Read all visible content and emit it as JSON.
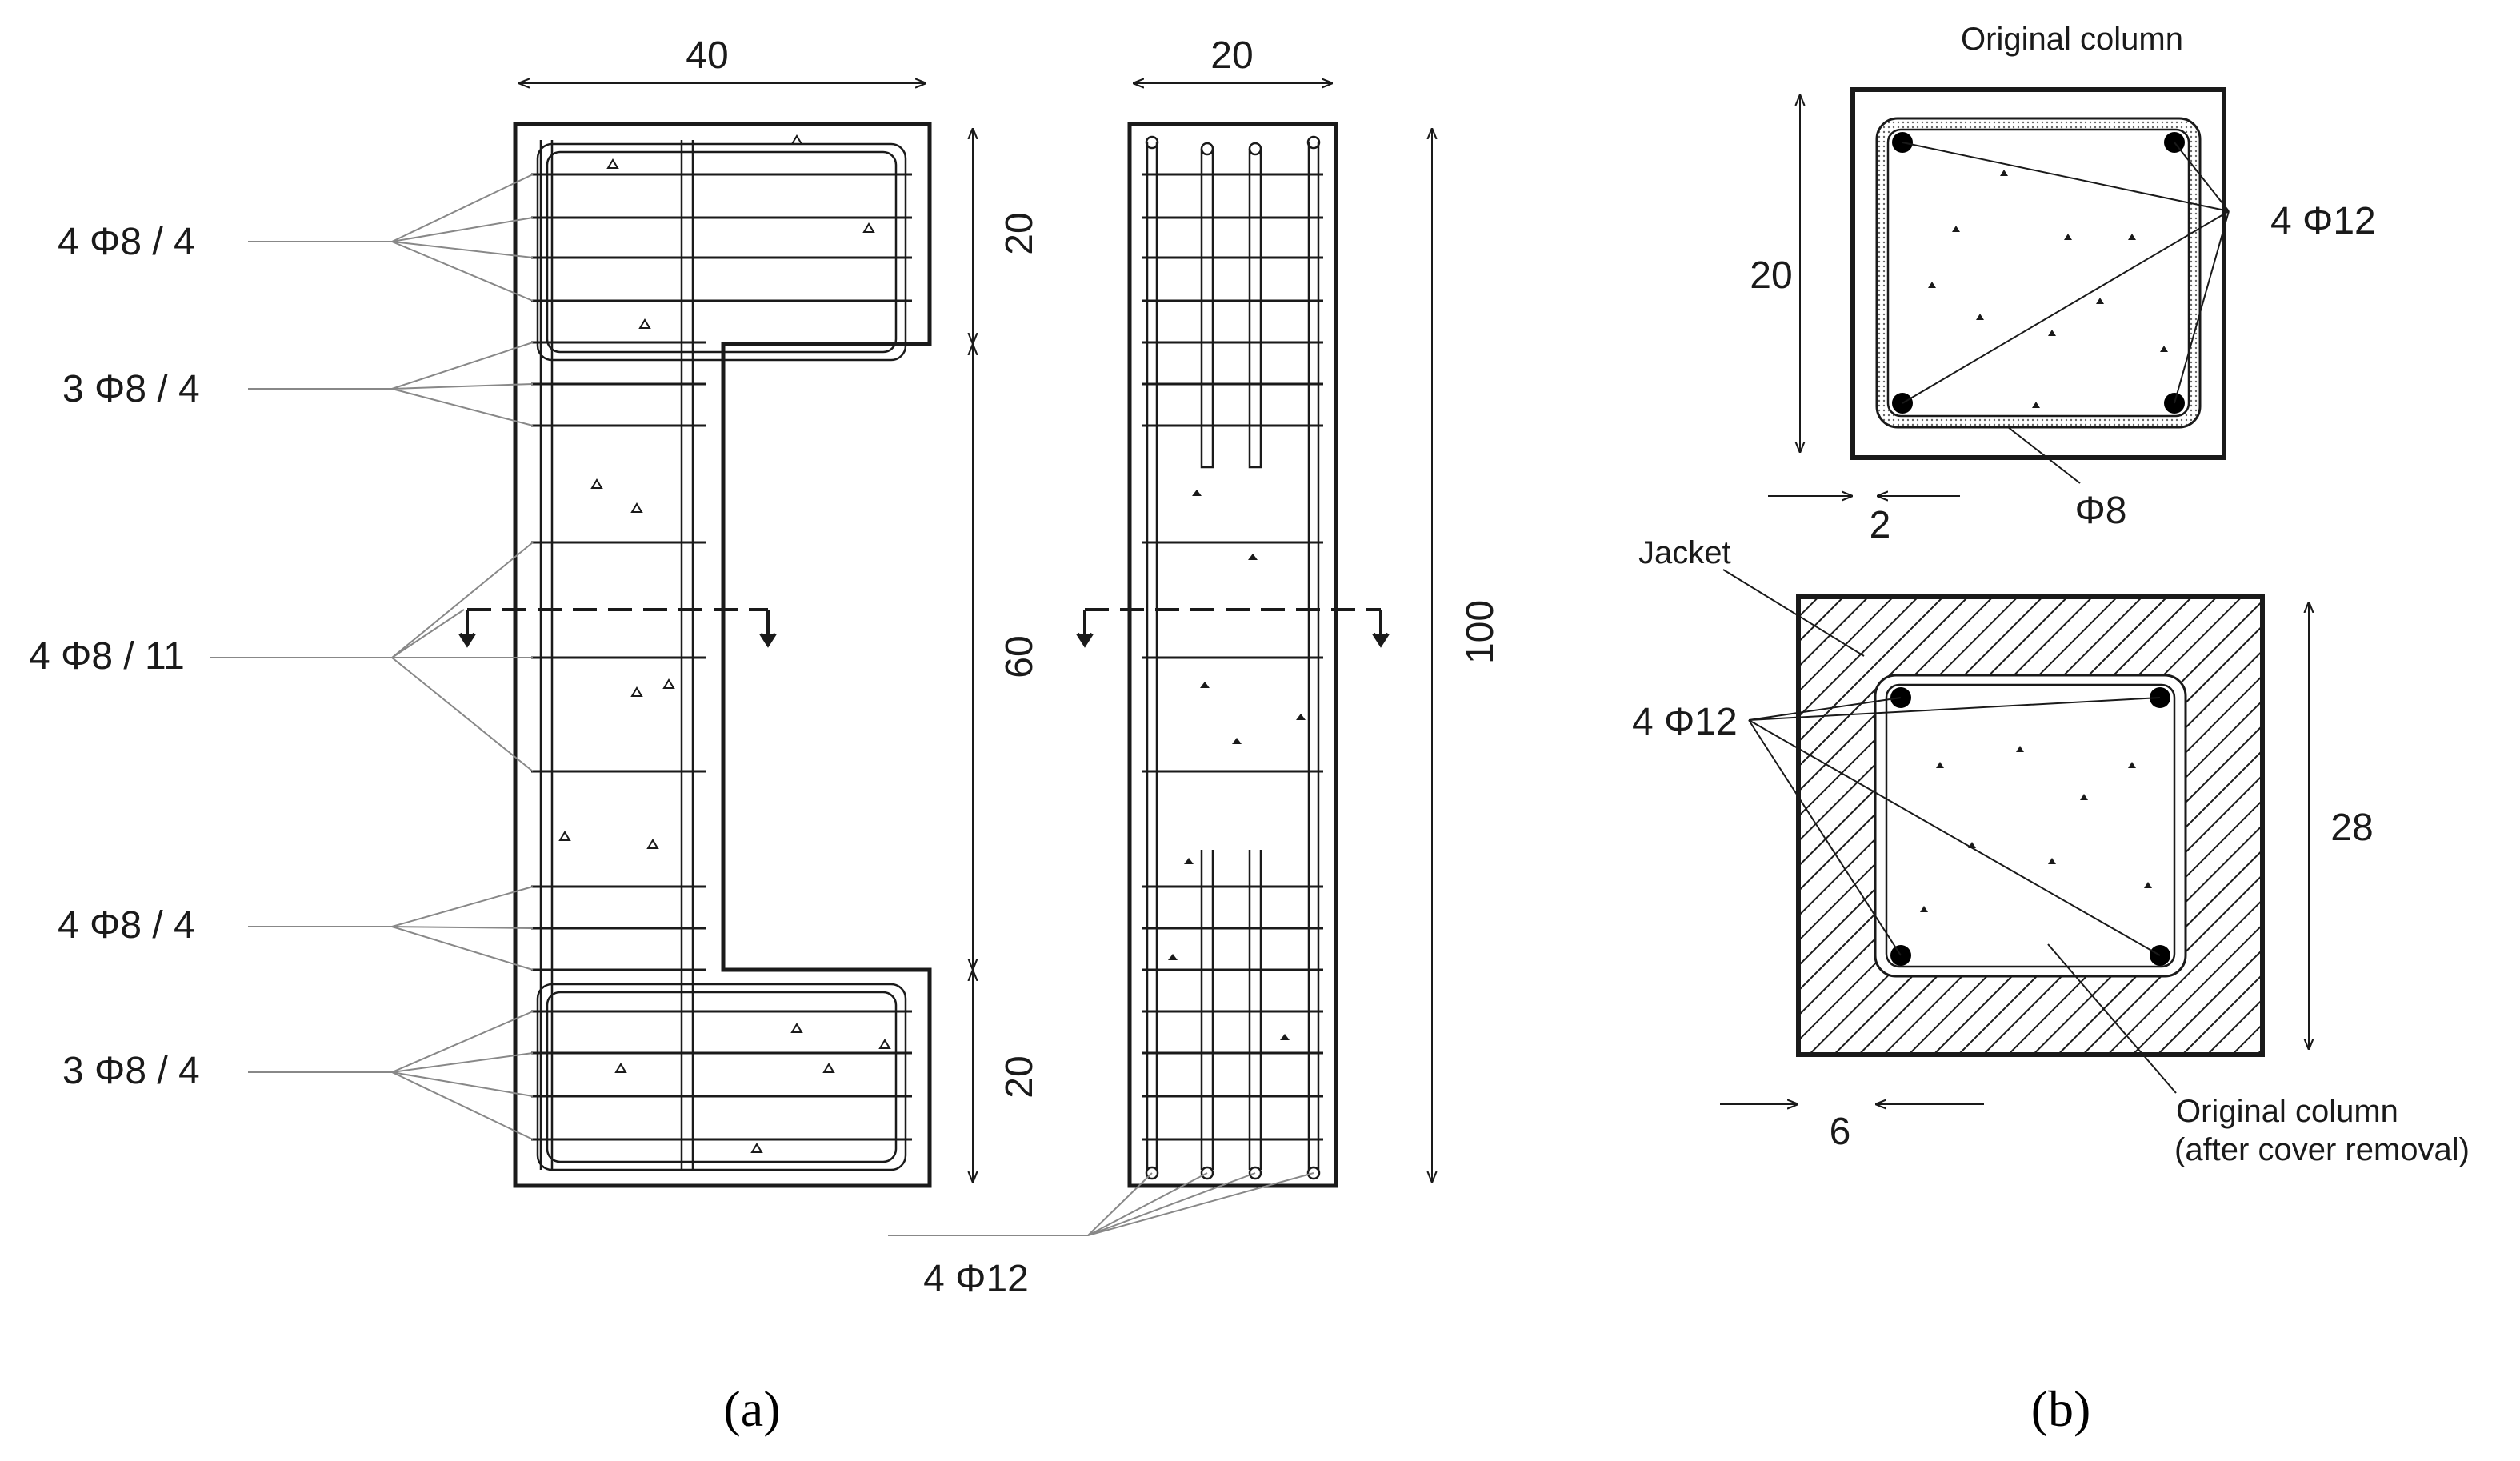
{
  "panel_a": {
    "caption": "(a)",
    "front_view": {
      "top_width": "40",
      "dim_top": "20",
      "dim_middle": "60",
      "dim_bottom": "20",
      "stirrup_labels": [
        "4 Φ8 / 4",
        "3 Φ8 / 4",
        "4 Φ8 / 11",
        "4 Φ8 / 4",
        "3 Φ8 / 4"
      ]
    },
    "side_view": {
      "width": "20",
      "height": "100",
      "long_bars_label": "4 Φ12"
    }
  },
  "panel_b": {
    "caption": "(b)",
    "original_section": {
      "title": "Original column",
      "size": "20",
      "cover": "2",
      "bars_label": "4 Φ12",
      "tie_label": "Φ8"
    },
    "jacketed_section": {
      "jacket_label": "Jacket",
      "size": "28",
      "thickness": "6",
      "bars_label": "4 Φ12",
      "core_label_line1": "Original column",
      "core_label_line2": "(after cover removal)"
    }
  },
  "colors": {
    "line": "#1a1a1a",
    "leader": "#888888",
    "bar": "#000000"
  }
}
